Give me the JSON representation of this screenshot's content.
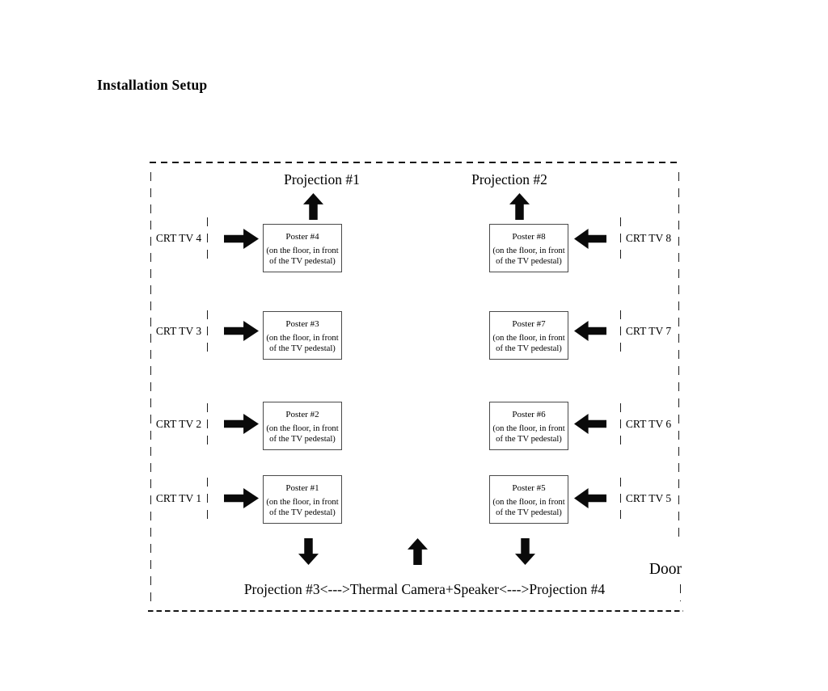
{
  "title": "Installation Setup",
  "projections": {
    "p1": "Projection #1",
    "p2": "Projection #2"
  },
  "bottom_caption": "Projection #3<--->Thermal Camera+Speaker<--->Projection #4",
  "door_label": "Door",
  "poster_note": "(on the floor, in front\nof the TV pedestal)",
  "left_rows": [
    {
      "tv": "CRT TV 4",
      "poster": "Poster #4"
    },
    {
      "tv": "CRT TV 3",
      "poster": "Poster #3"
    },
    {
      "tv": "CRT TV 2",
      "poster": "Poster #2"
    },
    {
      "tv": "CRT TV 1",
      "poster": "Poster #1"
    }
  ],
  "right_rows": [
    {
      "tv": "CRT TV 8",
      "poster": "Poster #8"
    },
    {
      "tv": "CRT TV 7",
      "poster": "Poster #7"
    },
    {
      "tv": "CRT TV 6",
      "poster": "Poster #6"
    },
    {
      "tv": "CRT TV 5",
      "poster": "Poster #5"
    }
  ],
  "colors": {
    "ink": "#000000",
    "poster_border": "#4a4a4a",
    "background": "#ffffff"
  }
}
